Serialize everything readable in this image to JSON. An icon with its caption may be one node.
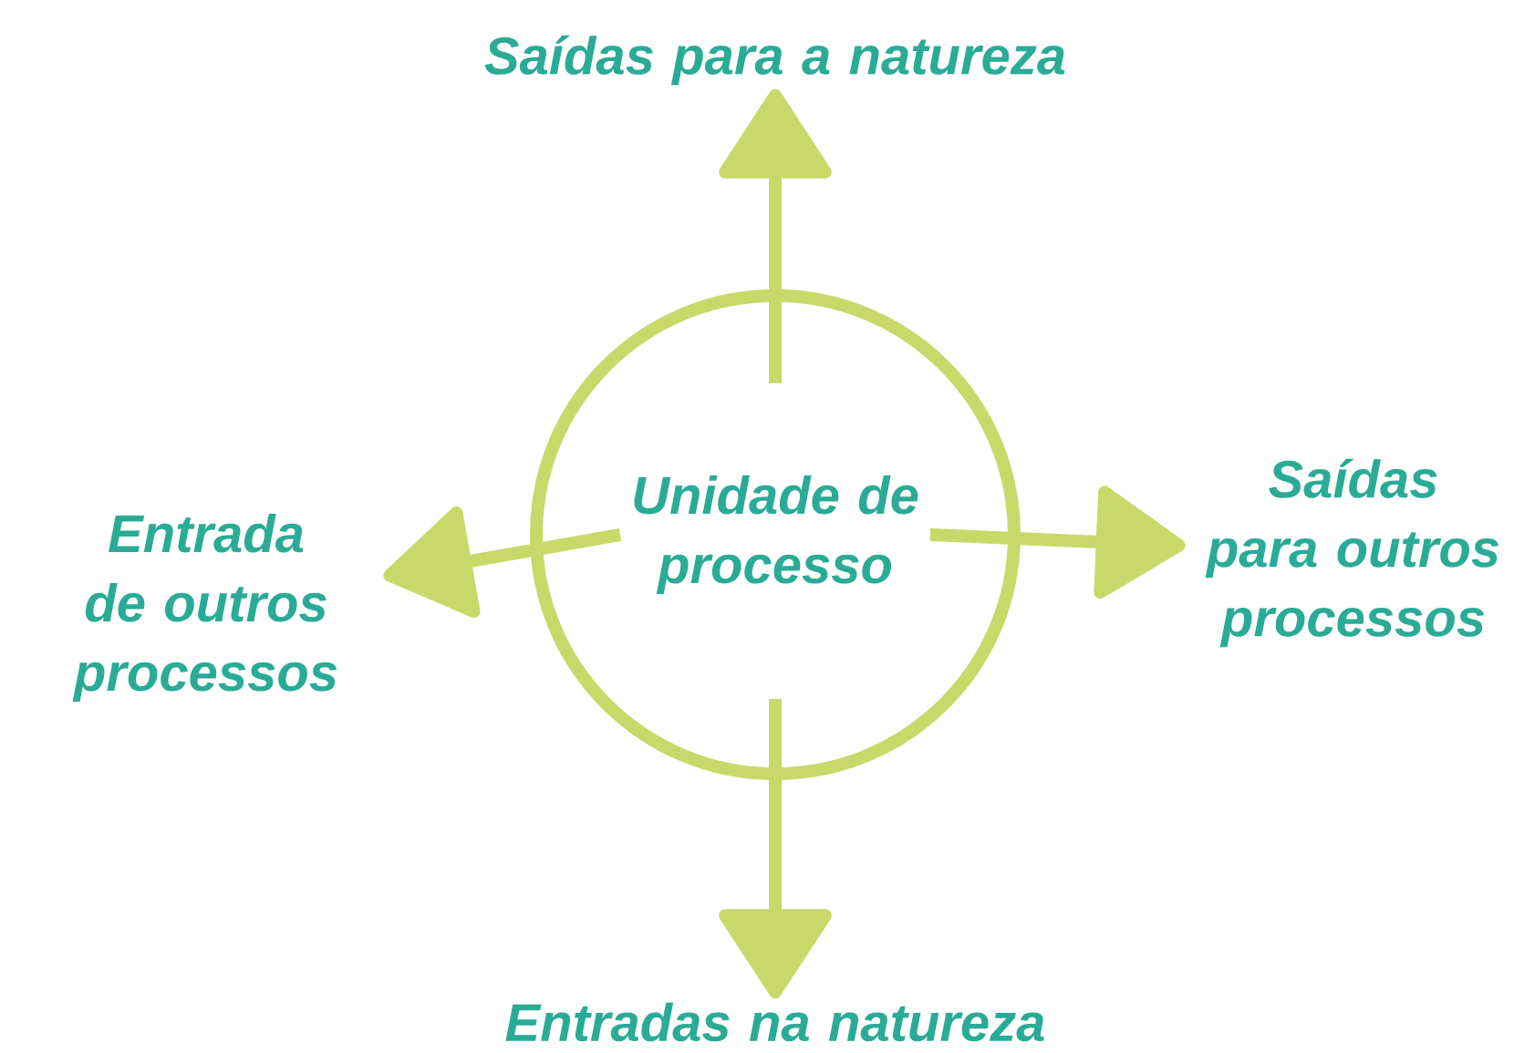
{
  "diagram": {
    "nodes": [
      {
        "text": [
          "Unidade de processo"
        ]
      },
      {
        "text": [
          "Saídas para a natureza"
        ]
      },
      {
        "text": [
          "Saídas para outros processos"
        ]
      },
      {
        "text": [
          "Entradas na natureza"
        ]
      },
      {
        "text": [
          "Entrada de outros processos"
        ]
      }
    ],
    "edges": [
      {
        "from": 0,
        "to": 1,
        "arrow": "to"
      },
      {
        "from": 0,
        "to": 2,
        "arrow": "to"
      },
      {
        "from": 0,
        "to": 3,
        "arrow": "to"
      },
      {
        "from": 0,
        "to": 4,
        "arrow": "to"
      }
    ]
  }
}
